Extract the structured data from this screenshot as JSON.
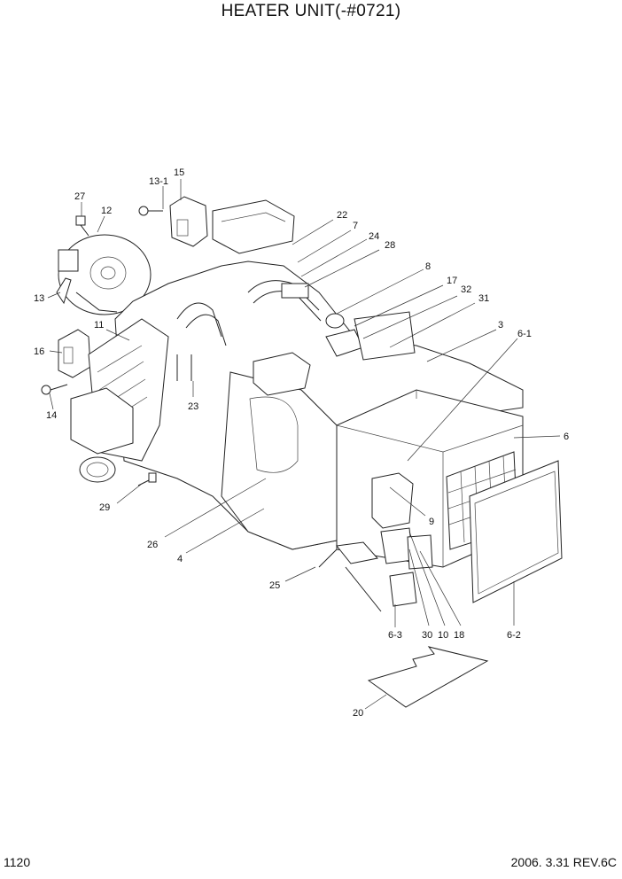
{
  "title": "HEATER UNIT(-#0721)",
  "page_number": "1120",
  "revision": "2006. 3.31  REV.6C",
  "callouts": [
    "27",
    "12",
    "13-1",
    "15",
    "13",
    "16",
    "14",
    "11",
    "22",
    "7",
    "24",
    "28",
    "8",
    "17",
    "32",
    "31",
    "3",
    "6-1",
    "6",
    "23",
    "9",
    "29",
    "26",
    "4",
    "25",
    "6-3",
    "30",
    "10",
    "18",
    "6-2",
    "20"
  ]
}
